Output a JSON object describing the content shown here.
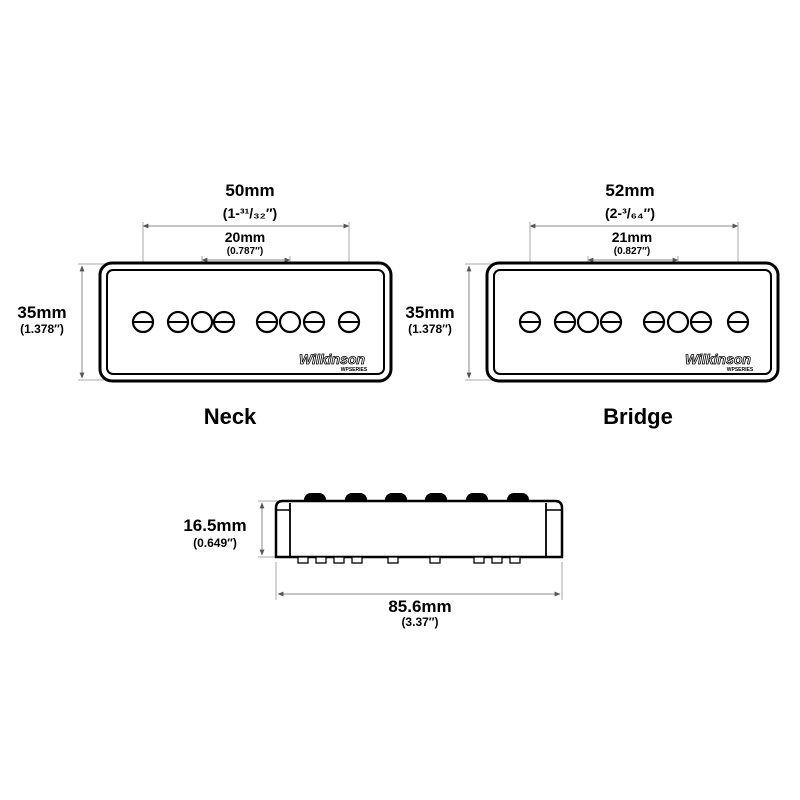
{
  "neck": {
    "width_main": "50mm",
    "width_sub": "(1-³¹/₃₂″)",
    "spacing_main": "20mm",
    "spacing_sub": "(0.787″)",
    "height_main": "35mm",
    "height_sub": "(1.378″)",
    "label": "Neck",
    "brand": "Wilkinson",
    "brand_sub": "WPSERIES"
  },
  "bridge": {
    "width_main": "52mm",
    "width_sub": "(2-³/₆₄″)",
    "spacing_main": "21mm",
    "spacing_sub": "(0.827″)",
    "height_main": "35mm",
    "height_sub": "(1.378″)",
    "label": "Bridge",
    "brand": "Wilkinson",
    "brand_sub": "WPSERIES"
  },
  "side": {
    "height_main": "16.5mm",
    "height_sub": "(0.649″)",
    "length_main": "85.6mm",
    "length_sub": "(3.37″)"
  }
}
